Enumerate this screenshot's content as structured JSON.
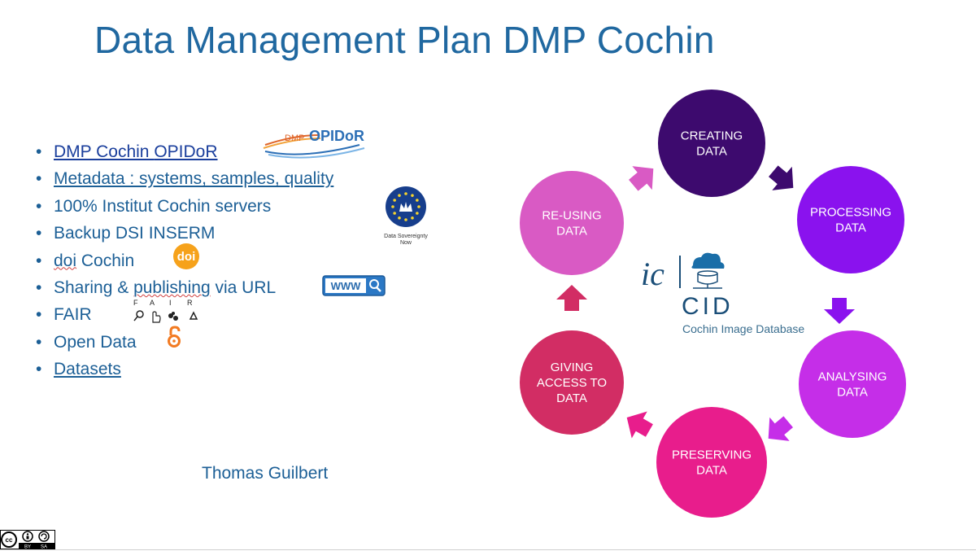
{
  "title": "Data Management Plan DMP Cochin",
  "bullets": [
    {
      "prefix": "DMP Cochin ",
      "rest": "OPIDoR"
    },
    {
      "text": "Metadata : systems, samples, quality"
    },
    {
      "text": "100% Institut Cochin servers"
    },
    {
      "text": "Backup DSI INSERM"
    },
    {
      "word": "doi",
      "rest": " Cochin"
    },
    {
      "prefix": "Sharing & ",
      "word": "publishing",
      "rest": " via URL"
    },
    {
      "text": "FAIR"
    },
    {
      "text": "Open Data"
    },
    {
      "text": "Datasets"
    }
  ],
  "author": "Thomas Guilbert",
  "logos": {
    "opidor_small": "DMP",
    "opidor_big": "OPIDoR",
    "data_sovereignty": "Data Sovereignty Now",
    "doi": "doi",
    "www": "WWW",
    "fair_letters": [
      "F",
      "A",
      "I",
      "R"
    ],
    "cc_badge": [
      "BY",
      "SA"
    ]
  },
  "cycle": {
    "nodes": [
      {
        "lines": [
          "CREATING",
          "DATA"
        ],
        "color": "#3d0a6e"
      },
      {
        "lines": [
          "PROCESSING",
          "DATA"
        ],
        "color": "#8a12ee"
      },
      {
        "lines": [
          "ANALYSING",
          "DATA"
        ],
        "color": "#c52ee8"
      },
      {
        "lines": [
          "PRESERVING",
          "DATA"
        ],
        "color": "#e81d8c"
      },
      {
        "lines": [
          "GIVING",
          "ACCESS TO",
          "DATA"
        ],
        "color": "#d22d64"
      },
      {
        "lines": [
          "RE-USING",
          "DATA"
        ],
        "color": "#d95ac4"
      }
    ],
    "arrow_colors": [
      "#3d0a6e",
      "#8a12ee",
      "#c52ee8",
      "#e81d8c",
      "#d22d64",
      "#d95ac4"
    ]
  },
  "cid": {
    "mark": "ic",
    "name": "CID",
    "subtitle": "Cochin Image Database"
  }
}
